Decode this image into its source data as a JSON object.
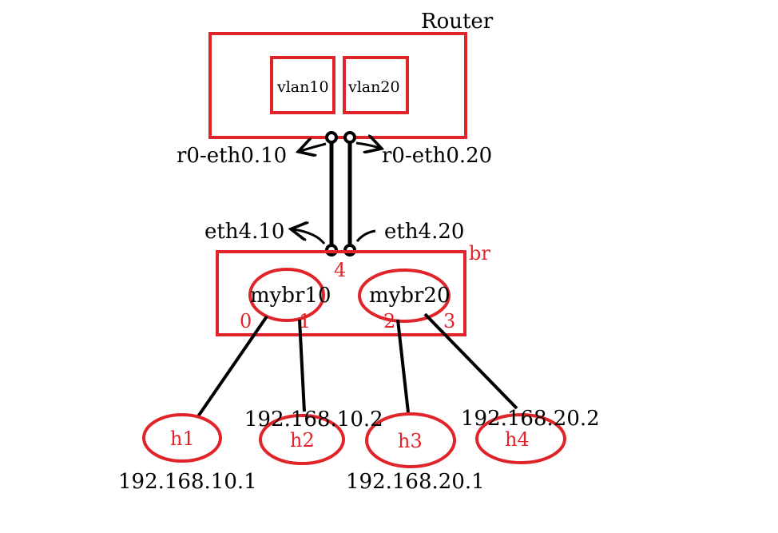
{
  "router": {
    "title": "Router",
    "vlan_a": "vlan10",
    "vlan_b": "vlan20"
  },
  "router_ports": {
    "left": "r0-eth0.10",
    "right": "r0-eth0.20"
  },
  "bridge_ports": {
    "left": "eth4.10",
    "right": "eth4.20"
  },
  "bridge": {
    "title": "br",
    "uplink_port": "4",
    "bridge_a": "mybr10",
    "bridge_b": "mybr20",
    "ports": [
      "0",
      "1",
      "2",
      "3"
    ]
  },
  "hosts": [
    {
      "name": "h1",
      "ip": "192.168.10.1"
    },
    {
      "name": "h2",
      "ip": "192.168.10.2"
    },
    {
      "name": "h3",
      "ip": "192.168.20.1"
    },
    {
      "name": "h4",
      "ip": "192.168.20.2"
    }
  ],
  "colors": {
    "accent": "#e0242a",
    "line": "#000000"
  }
}
